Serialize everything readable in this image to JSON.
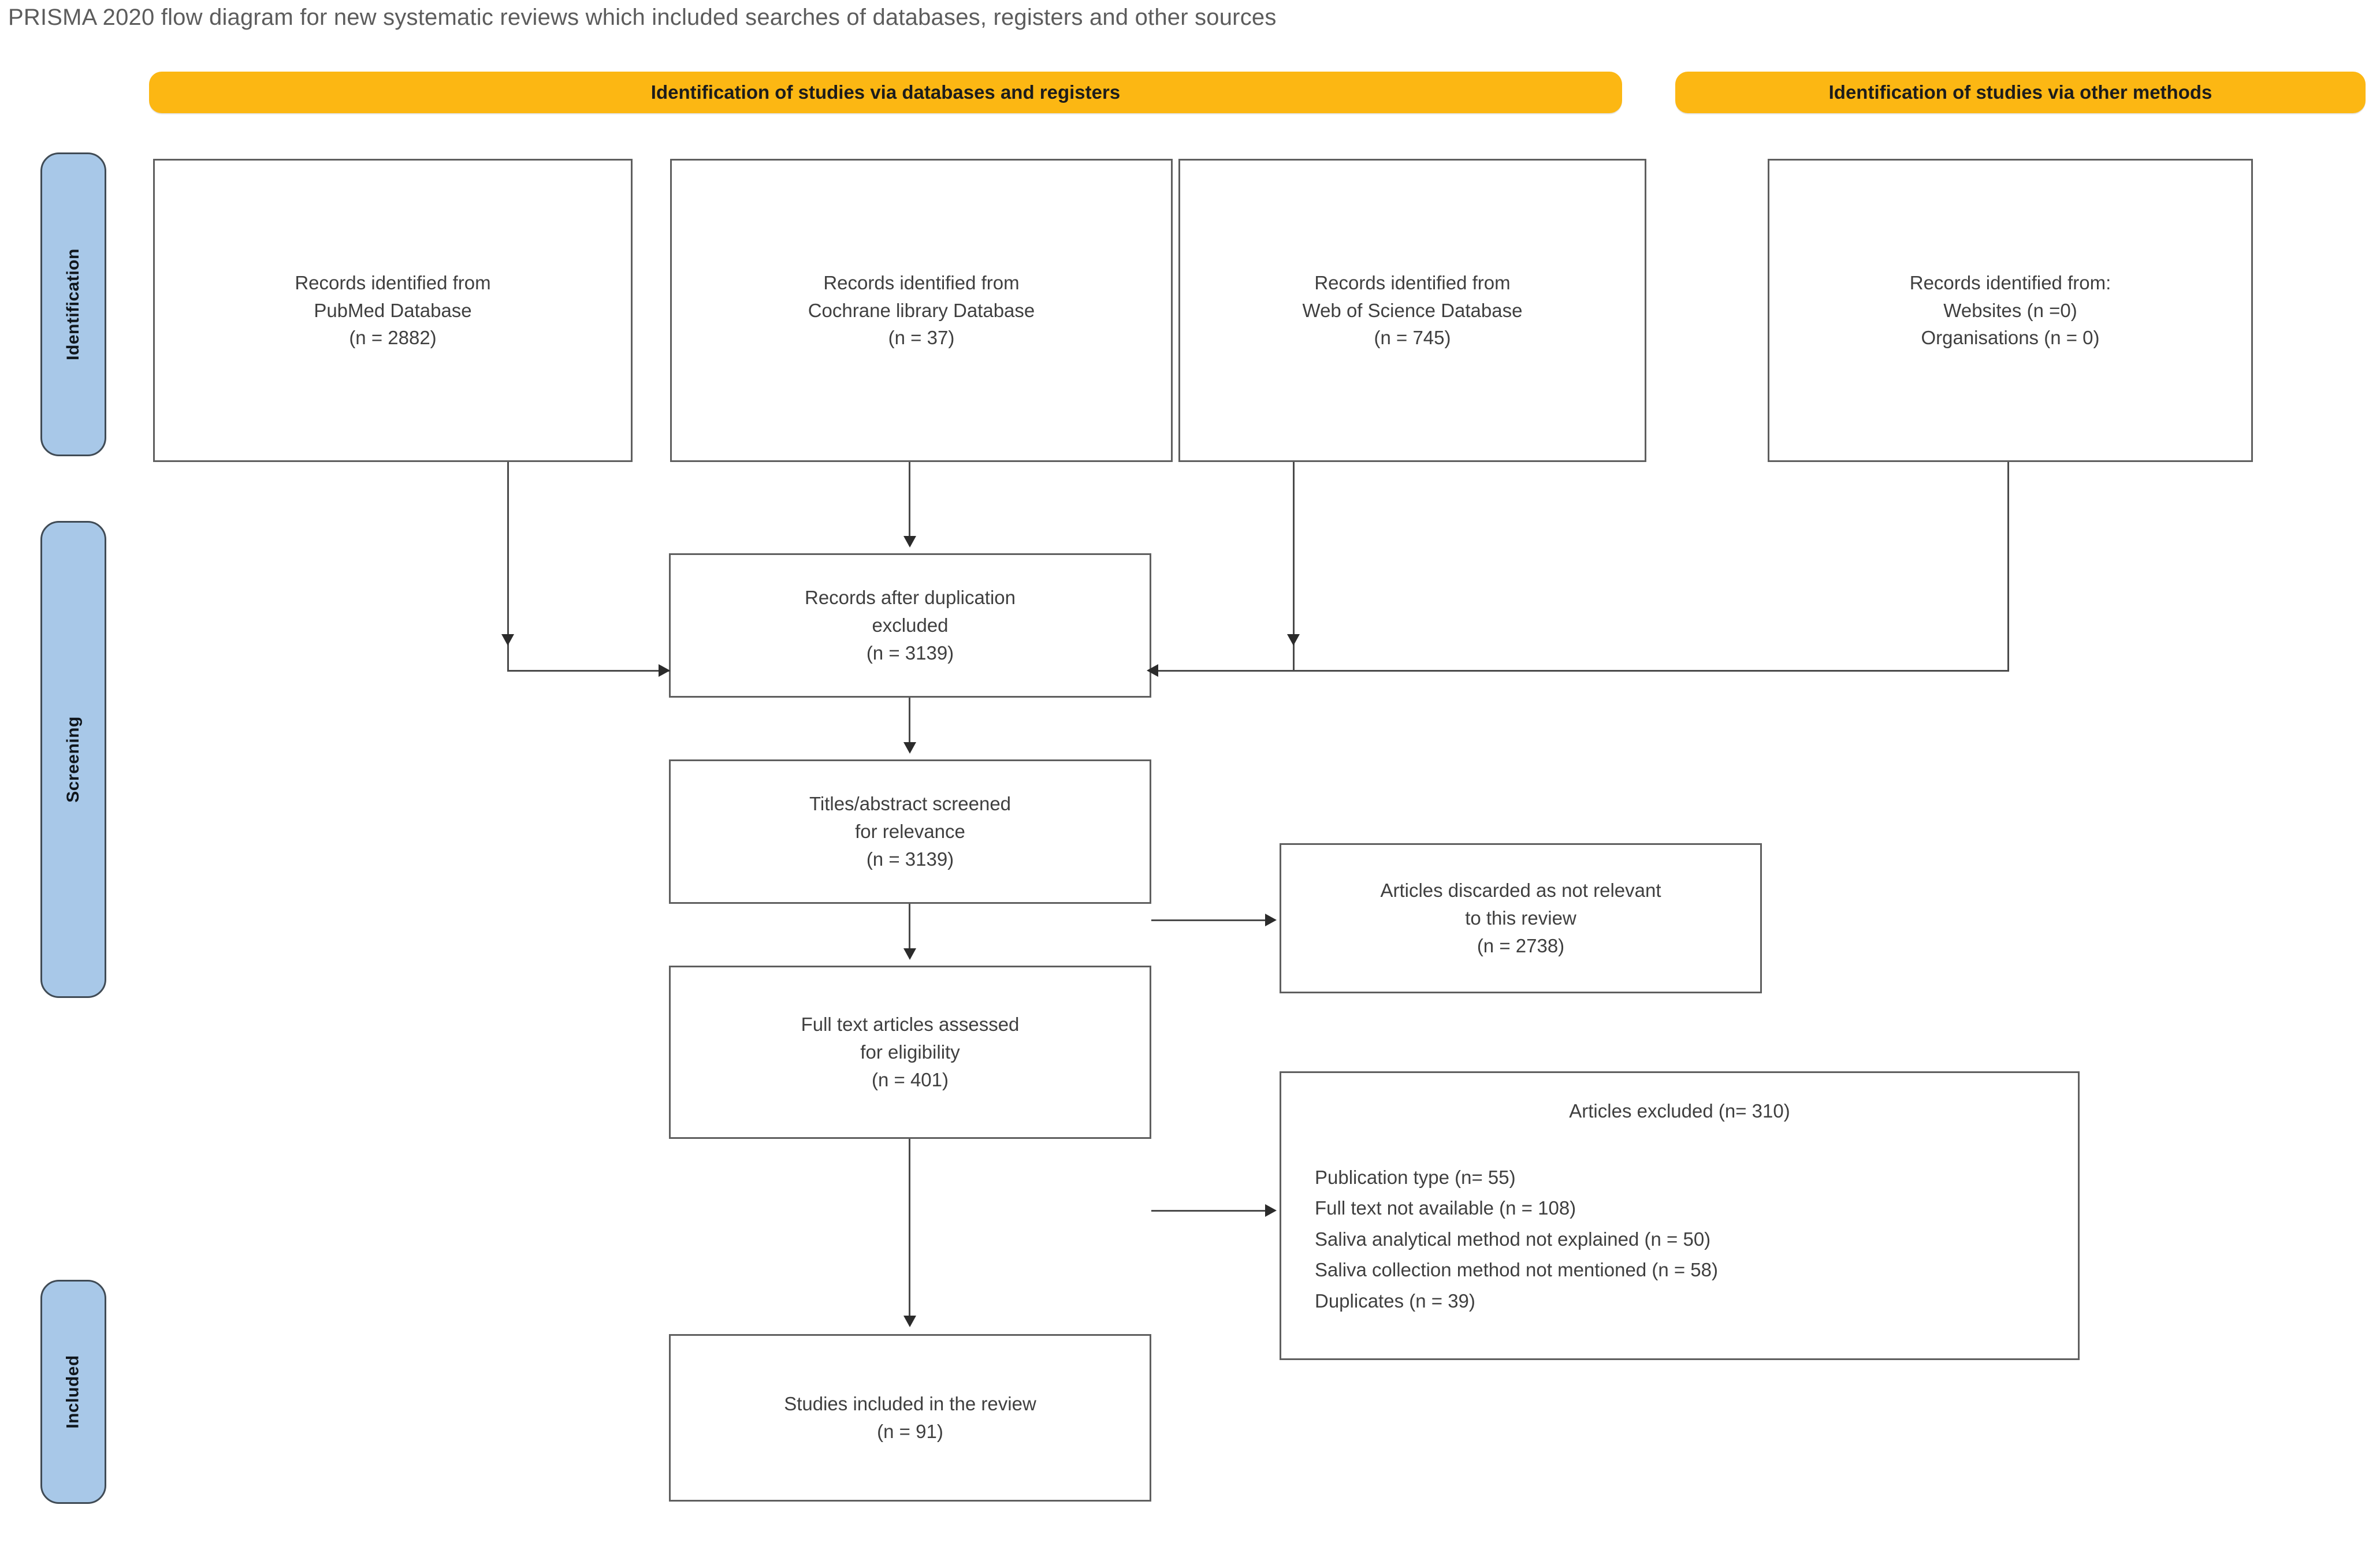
{
  "title": "PRISMA 2020 flow diagram for new systematic reviews which included searches of databases, registers and other sources",
  "headers": {
    "databases": "Identification of studies via databases and registers",
    "other": "Identification of studies via other methods"
  },
  "stages": {
    "identification": "Identification",
    "screening": "Screening",
    "included": "Included"
  },
  "nodes": {
    "pubmed": {
      "line1": "Records identified from",
      "line2": "PubMed Database",
      "line3": "(n = 2882)"
    },
    "cochrane": {
      "line1": "Records identified from",
      "line2": "Cochrane library Database",
      "line3": "(n = 37)"
    },
    "wos": {
      "line1": "Records identified from",
      "line2": "Web of Science Database",
      "line3": "(n = 745)"
    },
    "other": {
      "line1": "Records identified from:",
      "line2": "Websites (n =0)",
      "line3": "Organisations (n = 0)"
    },
    "dedup": {
      "line1": "Records after duplication",
      "line2": "excluded",
      "line3": "(n = 3139)"
    },
    "screened": {
      "line1": "Titles/abstract screened",
      "line2": "for relevance",
      "line3": "(n = 3139)"
    },
    "discarded": {
      "line1": "Articles discarded as not relevant",
      "line2": "to this review",
      "line3": "(n = 2738)"
    },
    "fulltext": {
      "line1": "Full text articles assessed",
      "line2": "for eligibility",
      "line3": "(n = 401)"
    },
    "excluded": {
      "heading": "Articles excluded (n= 310)",
      "reasons": [
        "Publication type (n= 55)",
        "Full text not available (n = 108)",
        "Saliva analytical method not explained (n = 50)",
        "Saliva collection method not mentioned (n = 58)",
        "Duplicates (n = 39)"
      ]
    },
    "included": {
      "line1": "Studies included in the review",
      "line2": "(n = 91)",
      "line3": ""
    }
  },
  "colors": {
    "header_bar": "#fcb713",
    "stage_tab": "#a8c8e8",
    "box_border": "#5f5f5f",
    "connector": "#4a4a4a",
    "text": "#3f3f3f"
  },
  "chart_data": {
    "type": "diagram",
    "title": "PRISMA 2020 flow diagram for new systematic reviews which included searches of databases, registers and other sources",
    "flow": [
      {
        "stage": "Identification",
        "label": "Records identified from PubMed Database",
        "n": 2882
      },
      {
        "stage": "Identification",
        "label": "Records identified from Cochrane library Database",
        "n": 37
      },
      {
        "stage": "Identification",
        "label": "Records identified from Web of Science Database",
        "n": 745
      },
      {
        "stage": "Identification",
        "label": "Records identified from Websites",
        "n": 0
      },
      {
        "stage": "Identification",
        "label": "Records identified from Organisations",
        "n": 0
      },
      {
        "stage": "Screening",
        "label": "Records after duplication excluded",
        "n": 3139
      },
      {
        "stage": "Screening",
        "label": "Titles/abstract screened for relevance",
        "n": 3139
      },
      {
        "stage": "Screening",
        "label": "Articles discarded as not relevant to this review",
        "n": 2738
      },
      {
        "stage": "Screening",
        "label": "Full text articles assessed for eligibility",
        "n": 401
      },
      {
        "stage": "Screening",
        "label": "Articles excluded",
        "n": 310
      },
      {
        "stage": "Screening",
        "label": "Publication type",
        "n": 55
      },
      {
        "stage": "Screening",
        "label": "Full text not available",
        "n": 108
      },
      {
        "stage": "Screening",
        "label": "Saliva analytical method not explained",
        "n": 50
      },
      {
        "stage": "Screening",
        "label": "Saliva collection method not mentioned",
        "n": 58
      },
      {
        "stage": "Screening",
        "label": "Duplicates",
        "n": 39
      },
      {
        "stage": "Included",
        "label": "Studies included in the review",
        "n": 91
      }
    ]
  }
}
